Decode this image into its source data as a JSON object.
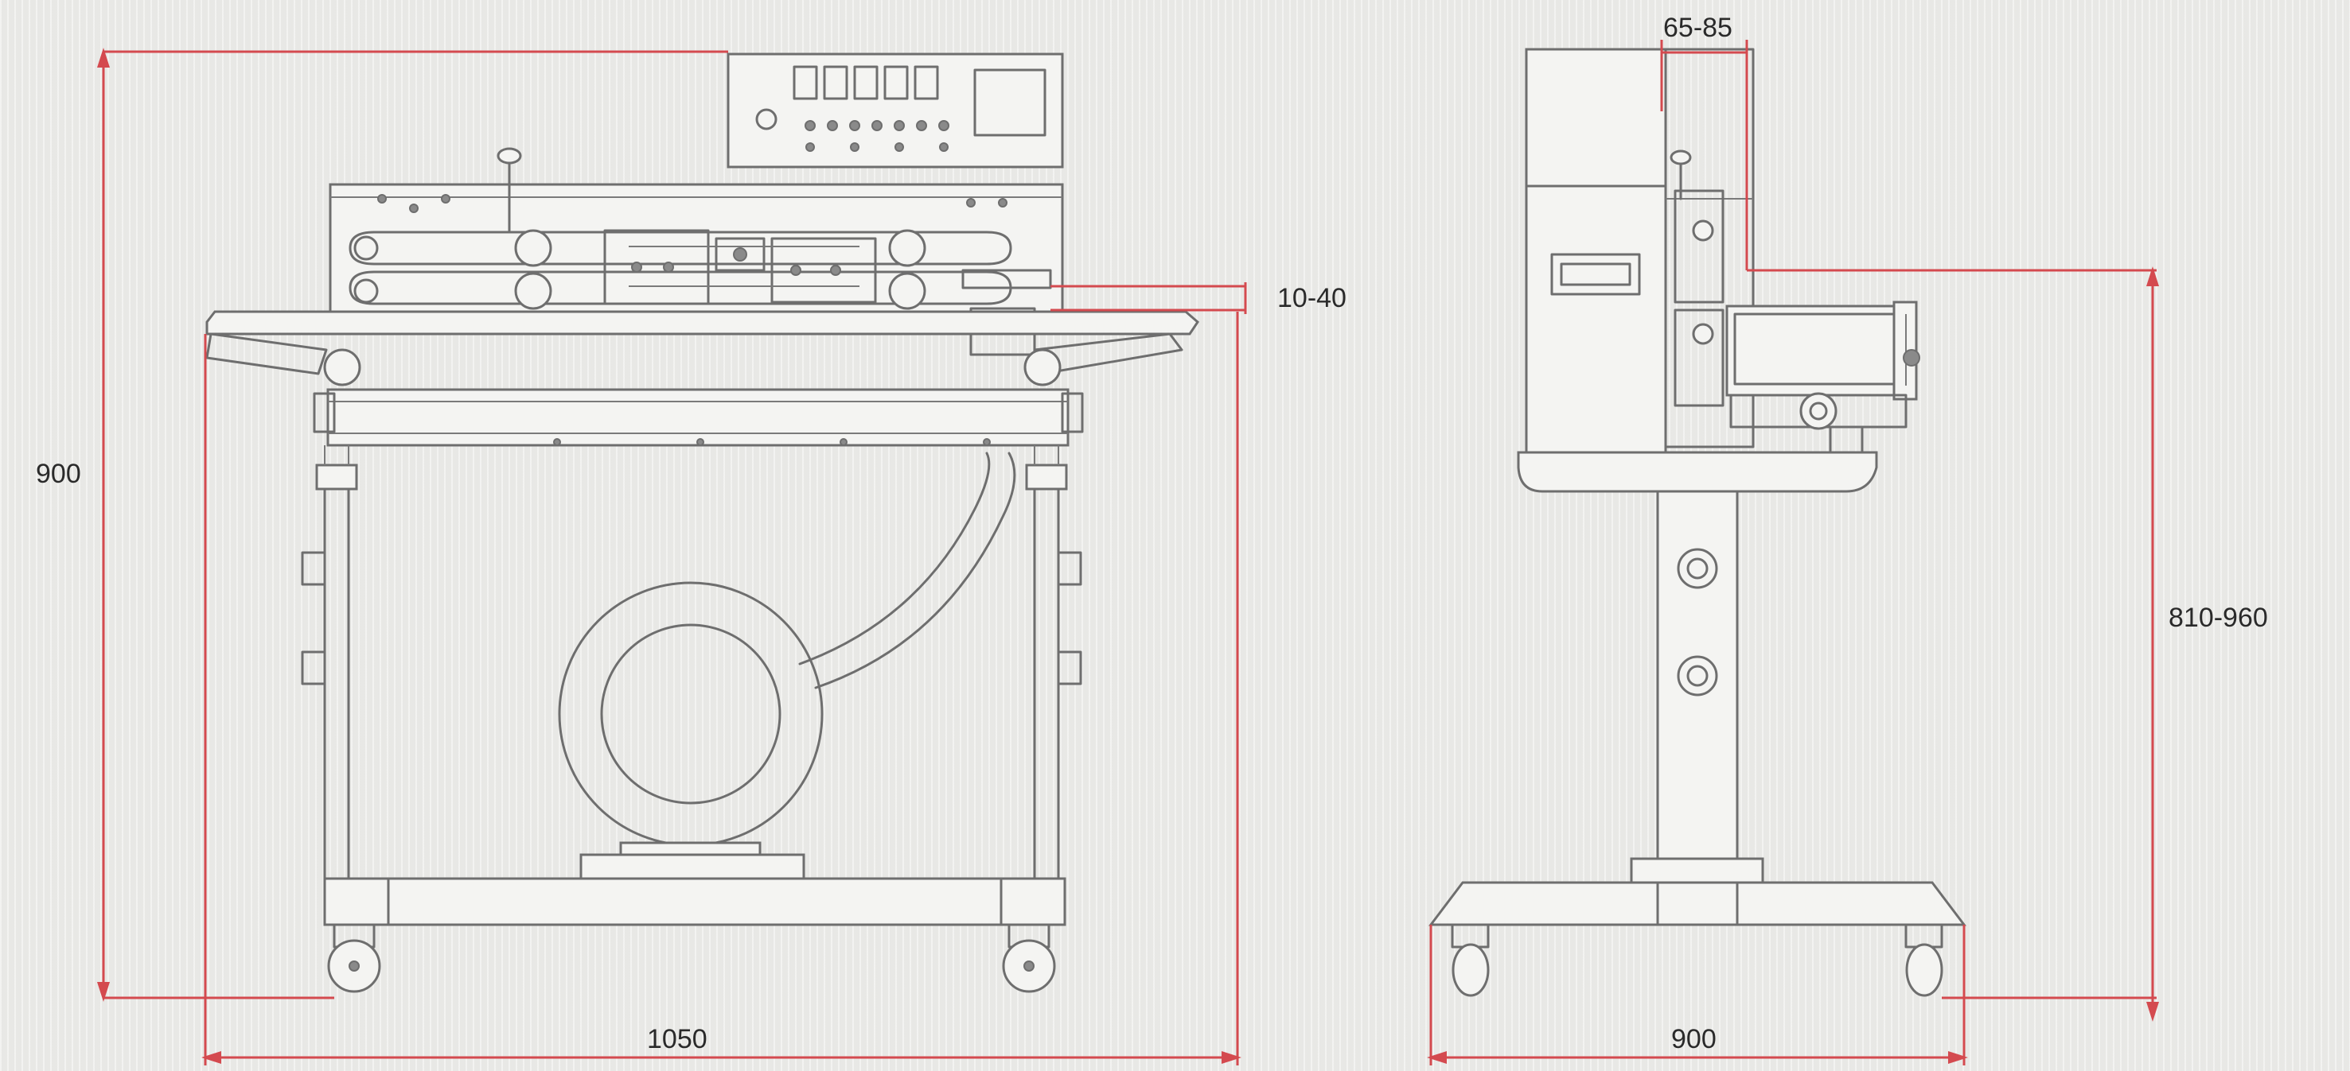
{
  "dimensions": {
    "front_height": "900",
    "front_width": "1050",
    "front_seal_range": "10-40",
    "side_top_range": "65-85",
    "side_height_range": "810-960",
    "side_width": "900"
  },
  "colors": {
    "dimension_line": "#d44a4f",
    "drawing_line": "#6e6e6e",
    "background": "#ecece9",
    "label_text": "#2a2a2a"
  }
}
